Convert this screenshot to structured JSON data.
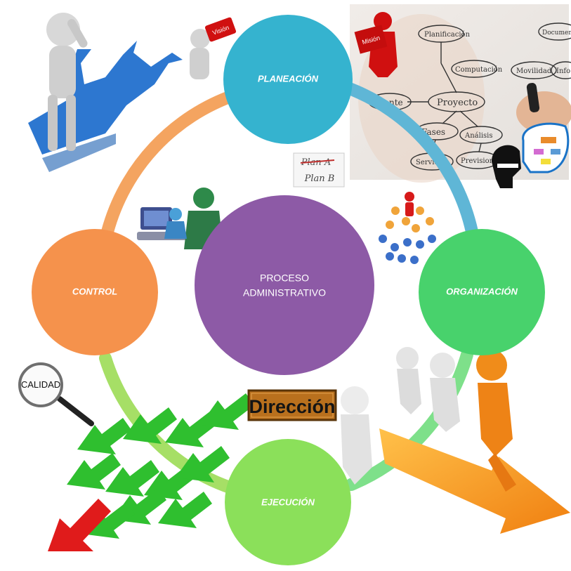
{
  "diagram": {
    "center_line1": "PROCESO",
    "center_line2": "ADMINISTRATIVO",
    "nodes": {
      "planeacion": "PLANEACIÓN",
      "organizacion": "ORGANIZACIÓN",
      "ejecucion": "EJECUCIÓN",
      "control": "CONTROL"
    },
    "direccion_sign": "Dirección",
    "calidad_label": "CALIDAD",
    "mision_badge": "Misión",
    "vision_badge": "Visión",
    "plan_a": "Plan A",
    "plan_b": "Plan B"
  },
  "whiteboard": {
    "items": [
      "Planificación",
      "Computación",
      "Proyecto",
      "Cliente",
      "Fases",
      "Análisis",
      "Servicios",
      "Previsiones",
      "Movilidad",
      "Documentación",
      "Info"
    ]
  },
  "colors": {
    "planeacion": "#35b3cf",
    "organizacion": "#48d26c",
    "ejecucion": "#8be05a",
    "control": "#f5924c",
    "center": "#8d5aa6",
    "arc_orange": "#f4a460",
    "arc_blue": "#5fb6d6",
    "arc_green": "#7ee08a",
    "arc_lightgreen": "#a6df66"
  }
}
